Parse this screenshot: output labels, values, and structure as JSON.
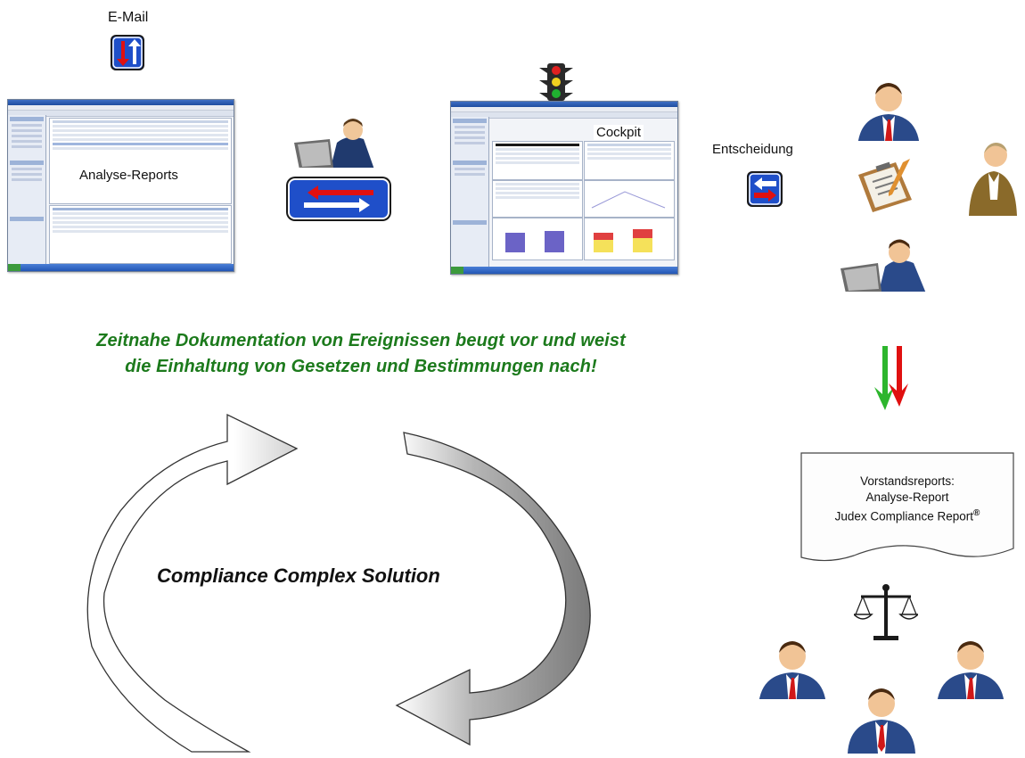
{
  "email": {
    "label": "E-Mail",
    "icon": "two-way-traffic-sign-icon"
  },
  "analyse_screenshot": {
    "label": "Analyse-Reports"
  },
  "cockpit_screenshot": {
    "label": "Cockpit",
    "icon": "traffic-light-icon"
  },
  "worker": {
    "icon": "person-at-laptop-icon",
    "sign_icon": "exchange-arrows-sign-icon"
  },
  "decision": {
    "label": "Entscheidung",
    "icon": "return-arrows-sign-icon"
  },
  "headline": {
    "line1": "Zeitnahe Dokumentation von Ereignissen beugt vor und weist",
    "line2": "die Einhaltung von Gesetzen und Bestimmungen nach!"
  },
  "cycle": {
    "label": "Compliance Complex Solution"
  },
  "flow_arrows": {
    "icon": "green-red-down-arrows-icon",
    "green": "#2db52d",
    "red": "#e01010"
  },
  "report_doc": {
    "line1": "Vorstandsreports:",
    "line2": "Analyse-Report",
    "line3": "Judex Compliance Report",
    "mark": "®"
  },
  "colors": {
    "headline": "#1c7a1c",
    "sign_blue": "#1f4fc9",
    "arrow_red": "#e01010"
  }
}
